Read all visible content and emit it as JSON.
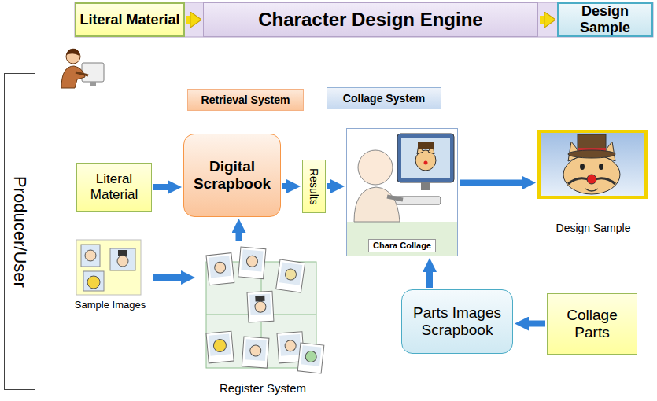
{
  "diagram": {
    "nodes": [
      {
        "text": [
          "Literal Material"
        ]
      },
      {
        "text": [
          "Character Design Engine"
        ]
      },
      {
        "text": [
          "Design Sample"
        ]
      },
      {
        "text": [
          "Producer/User"
        ]
      },
      {
        "text": [
          "Retrieval System"
        ]
      },
      {
        "text": [
          "Collage System"
        ]
      },
      {
        "text": [
          "Literal Material"
        ]
      },
      {
        "text": [
          "Digital Scrapbook"
        ]
      },
      {
        "text": [
          "Results"
        ]
      },
      {
        "text": [
          "Chara Collage"
        ]
      },
      {
        "text": [
          "Design Sample"
        ]
      },
      {
        "text": [
          "Sample Images"
        ]
      },
      {
        "text": [
          "Register System"
        ]
      },
      {
        "text": [
          "Parts Images Scrapbook"
        ]
      },
      {
        "text": [
          "Collage Parts"
        ]
      }
    ],
    "edges": [
      {
        "from": 0,
        "to": 1,
        "arrow": "to"
      },
      {
        "from": 1,
        "to": 2,
        "arrow": "to"
      },
      {
        "from": 6,
        "to": 7,
        "arrow": "to"
      },
      {
        "from": 12,
        "to": 7,
        "arrow": "to"
      },
      {
        "from": 7,
        "to": 8,
        "arrow": "to"
      },
      {
        "from": 8,
        "to": 9,
        "arrow": "to"
      },
      {
        "from": 9,
        "to": 10,
        "arrow": "to"
      },
      {
        "from": 13,
        "to": 9,
        "arrow": "to"
      },
      {
        "from": 14,
        "to": 13,
        "arrow": "to"
      },
      {
        "from": 11,
        "to": 12,
        "arrow": "to"
      }
    ]
  }
}
